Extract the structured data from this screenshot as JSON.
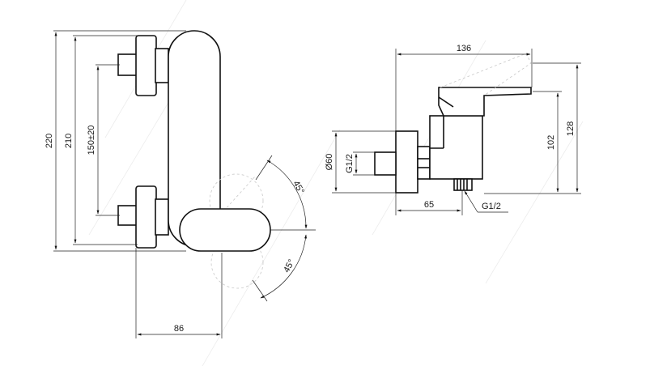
{
  "front_view": {
    "dim_overall_height": "220",
    "dim_body_height": "210",
    "dim_center_distance": "150±20",
    "dim_depth": "86",
    "dim_angle_up": "45°",
    "dim_angle_down": "45°"
  },
  "side_view": {
    "dim_width": "136",
    "dim_outlet_offset": "65",
    "dim_height_total": "128",
    "dim_height_spout": "102",
    "dim_diameter": "Ø60",
    "dim_inlet_thread": "G1/2",
    "dim_outlet_thread": "G1/2"
  },
  "colors": {
    "line": "#111111",
    "ghost": "#c8c8c8"
  }
}
